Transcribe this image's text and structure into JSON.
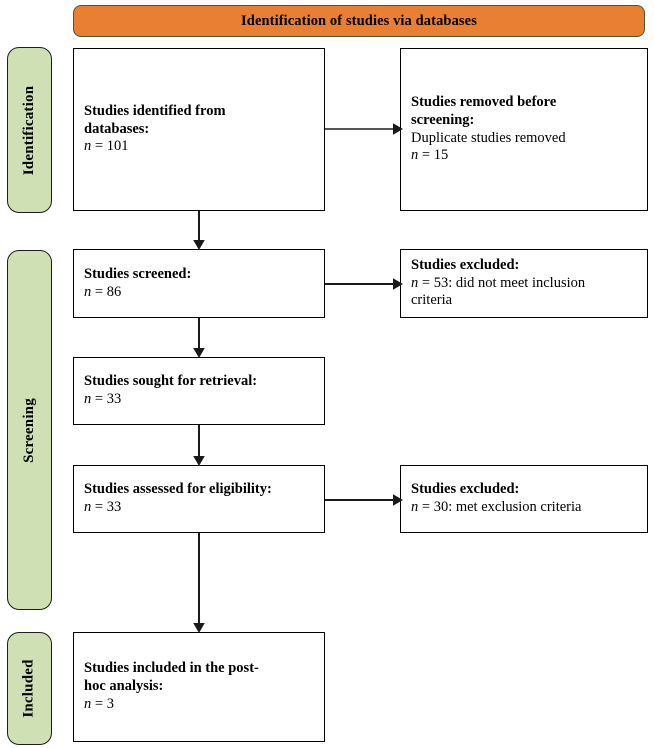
{
  "diagram": {
    "type": "prisma-flow-diagram",
    "banner": {
      "title": "Identification of studies via databases",
      "fill_color": "#e87f32",
      "border_color": "#3a6130"
    },
    "phase_tabs": [
      {
        "id": "identification",
        "label": "Identification",
        "fill_color": "#cfe0b4"
      },
      {
        "id": "screening",
        "label": "Screening",
        "fill_color": "#cfe0b4"
      },
      {
        "id": "included",
        "label": "Included",
        "fill_color": "#cfe0b4"
      }
    ],
    "boxes": {
      "identified": {
        "heading_line_1": "Studies identified from",
        "heading_line_2": "databases:",
        "n_label": "n",
        "n_equals": " = ",
        "n_value": "101",
        "count": 101
      },
      "removed": {
        "heading_line_1": "Studies removed before",
        "heading_line_2": "screening:",
        "detail": "Duplicate studies removed",
        "n_label": "n",
        "n_equals": " = ",
        "n_value": "15",
        "count": 15
      },
      "screened": {
        "heading": "Studies screened:",
        "n_label": "n",
        "n_equals": " = ",
        "n_value": "86",
        "count": 86
      },
      "excluded_1": {
        "heading": "Studies excluded:",
        "n_label": "n",
        "n_equals": " = ",
        "n_value": "53",
        "reason_line_1": ": did not meet inclusion",
        "reason_line_2": "criteria",
        "count": 53
      },
      "sought": {
        "heading": "Studies sought for retrieval:",
        "n_label": "n",
        "n_equals": " = ",
        "n_value": "33",
        "count": 33
      },
      "eligibility": {
        "heading": "Studies assessed for eligibility:",
        "n_label": "n",
        "n_equals": " = ",
        "n_value": "33",
        "count": 33
      },
      "excluded_2": {
        "heading": "Studies excluded:",
        "n_label": "n",
        "n_equals": " = ",
        "n_value": "30",
        "reason": ": met exclusion criteria",
        "count": 30
      },
      "included": {
        "heading_line_1": "Studies included in the post-",
        "heading_line_2": "hoc analysis:",
        "n_label": "n",
        "n_equals": " = ",
        "n_value": "3",
        "count": 3
      }
    }
  }
}
